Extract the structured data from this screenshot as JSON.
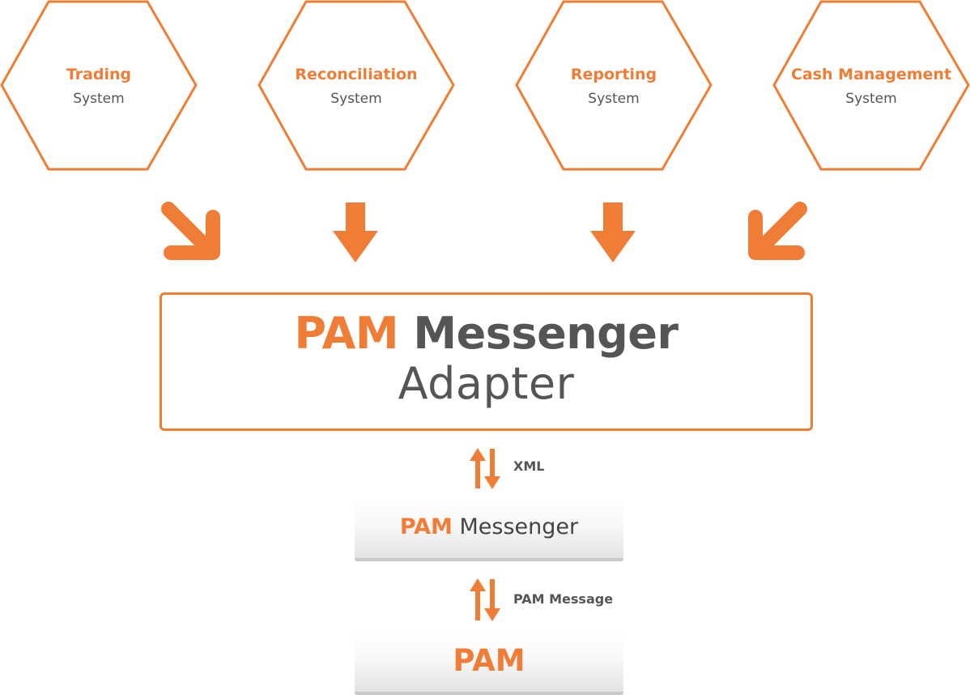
{
  "systems": [
    {
      "title": "Trading",
      "subtitle": "System"
    },
    {
      "title": "Reconciliation",
      "subtitle": "System"
    },
    {
      "title": "Reporting",
      "subtitle": "System"
    },
    {
      "title": "Cash Management",
      "subtitle": "System"
    }
  ],
  "adapter": {
    "brand": "PAM",
    "name": "Messenger",
    "subtitle": "Adapter"
  },
  "connection1": {
    "label": "XML"
  },
  "messenger": {
    "brand": "PAM",
    "name": "Messenger"
  },
  "connection2": {
    "label": "PAM Message"
  },
  "pam": {
    "label": "PAM"
  },
  "colors": {
    "accent": "#ef7d35",
    "text": "#555555"
  }
}
